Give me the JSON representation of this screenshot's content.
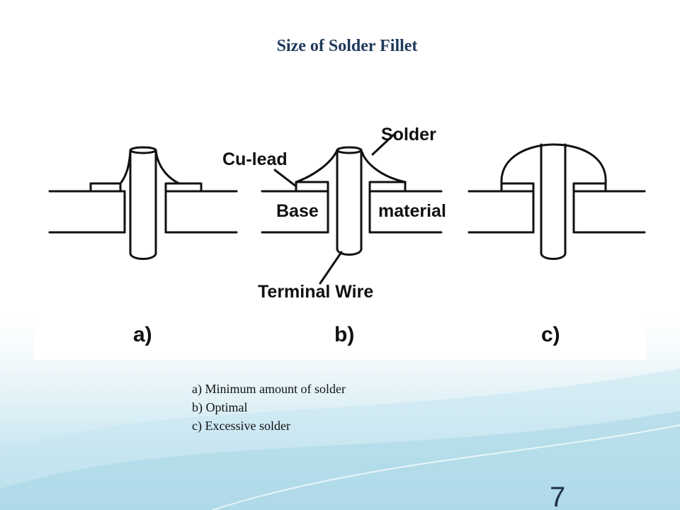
{
  "slide": {
    "title": "Size of Solder Fillet",
    "page_number": "7",
    "colors": {
      "title": "#1f3a5c",
      "background_bottom": "#aed9e8",
      "ink": "#111111"
    }
  },
  "figure": {
    "labels": {
      "solder": "Solder",
      "cu_lead": "Cu-lead",
      "base": "Base",
      "material": "material",
      "terminal_wire": "Terminal Wire"
    },
    "panels": [
      "a)",
      "b)",
      "c)"
    ]
  },
  "captions": [
    "a) Minimum amount of solder",
    "b) Optimal",
    "c) Excessive solder"
  ]
}
